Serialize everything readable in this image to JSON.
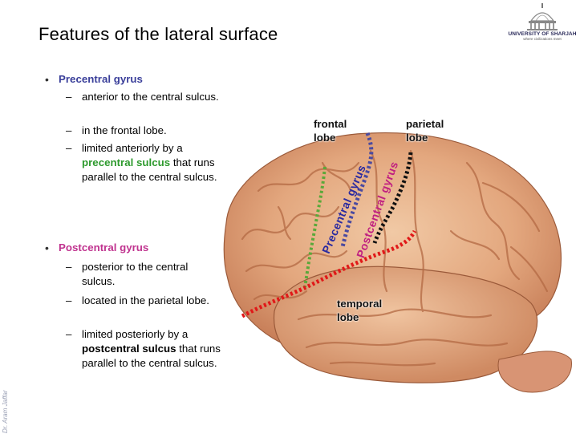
{
  "slide": {
    "title": "Features of the lateral surface",
    "logo": {
      "name": "UNIVERSITY OF SHARJAH",
      "tagline": "where civilizations meet"
    },
    "credit": "Dr. Aram Jaffar"
  },
  "bullets": {
    "precentral": {
      "marker": "•",
      "heading": "Precentral gyrus",
      "items": [
        {
          "dash": "–",
          "text": "anterior to the central sulcus."
        },
        {
          "dash": "–",
          "text": "in the frontal lobe."
        },
        {
          "dash": "–",
          "text_before": "limited anteriorly by a",
          "highlight": "precentral sulcus",
          "text_after": "that runs parallel to the central sulcus."
        }
      ]
    },
    "postcentral": {
      "marker": "•",
      "heading": "Postcentral gyrus",
      "items": [
        {
          "dash": "–",
          "text": "posterior to the central sulcus."
        },
        {
          "dash": "–",
          "text": "located in the parietal lobe."
        },
        {
          "dash": "–",
          "text_before": "limited posteriorly by a",
          "highlight": "postcentral sulcus",
          "text_after": "that runs parallel to the central sulcus."
        }
      ]
    }
  },
  "figure": {
    "labels": {
      "frontal": "frontal lobe",
      "parietal": "parietal lobe",
      "temporal": "temporal lobe",
      "precentral_gyrus": "Precentral gyrus",
      "postcentral_gyrus": "Postcentral gyrus"
    }
  },
  "colors": {
    "precentral_heading": "#3a3f9a",
    "postcentral_heading": "#c0338f",
    "precentral_sulcus_line": "#5aa83a",
    "central_sulcus_line": "#4a4aa0",
    "postcentral_sulcus_line": "#111111",
    "lateral_sulcus_line": "#e01818",
    "precentral_label": "#2a2aa0",
    "postcentral_label": "#c02080"
  }
}
